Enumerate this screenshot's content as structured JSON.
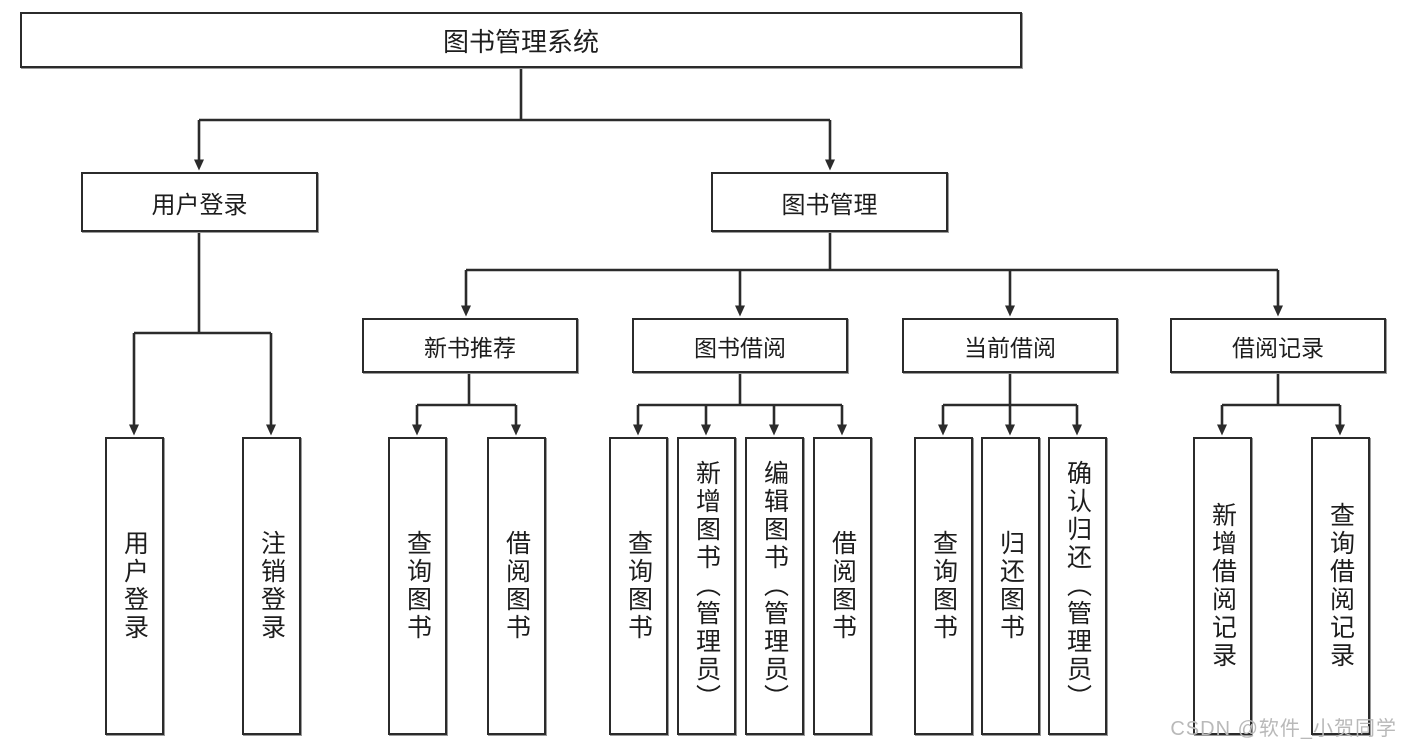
{
  "diagram": {
    "type": "hierarchy-tree",
    "title": "图书管理系统",
    "watermark": "CSDN @软件_小贺同学",
    "colors": {
      "box_border": "#2b2b2b",
      "box_fill": "#ffffff",
      "connector": "#2b2b2b",
      "text": "#1d1d1d",
      "watermark": "#b9b9b9",
      "background": "#ffffff"
    },
    "root": {
      "label": "图书管理系统"
    },
    "tier1": [
      {
        "label": "用户登录"
      },
      {
        "label": "图书管理"
      }
    ],
    "tier2": [
      {
        "label": "新书推荐"
      },
      {
        "label": "图书借阅"
      },
      {
        "label": "当前借阅"
      },
      {
        "label": "借阅记录"
      }
    ],
    "leaves": {
      "user_login": [
        {
          "label": "用户登录"
        },
        {
          "label": "注销登录"
        }
      ],
      "new_book_recommend": [
        {
          "label": "查询图书"
        },
        {
          "label": "借阅图书"
        }
      ],
      "book_borrow": [
        {
          "label": "查询图书"
        },
        {
          "label": "新增图书（管理员）"
        },
        {
          "label": "编辑图书（管理员）"
        },
        {
          "label": "借阅图书"
        }
      ],
      "current_borrow": [
        {
          "label": "查询图书"
        },
        {
          "label": "归还图书"
        },
        {
          "label": "确认归还（管理员）"
        }
      ],
      "borrow_record": [
        {
          "label": "新增借阅记录"
        },
        {
          "label": "查询借阅记录"
        }
      ]
    }
  }
}
